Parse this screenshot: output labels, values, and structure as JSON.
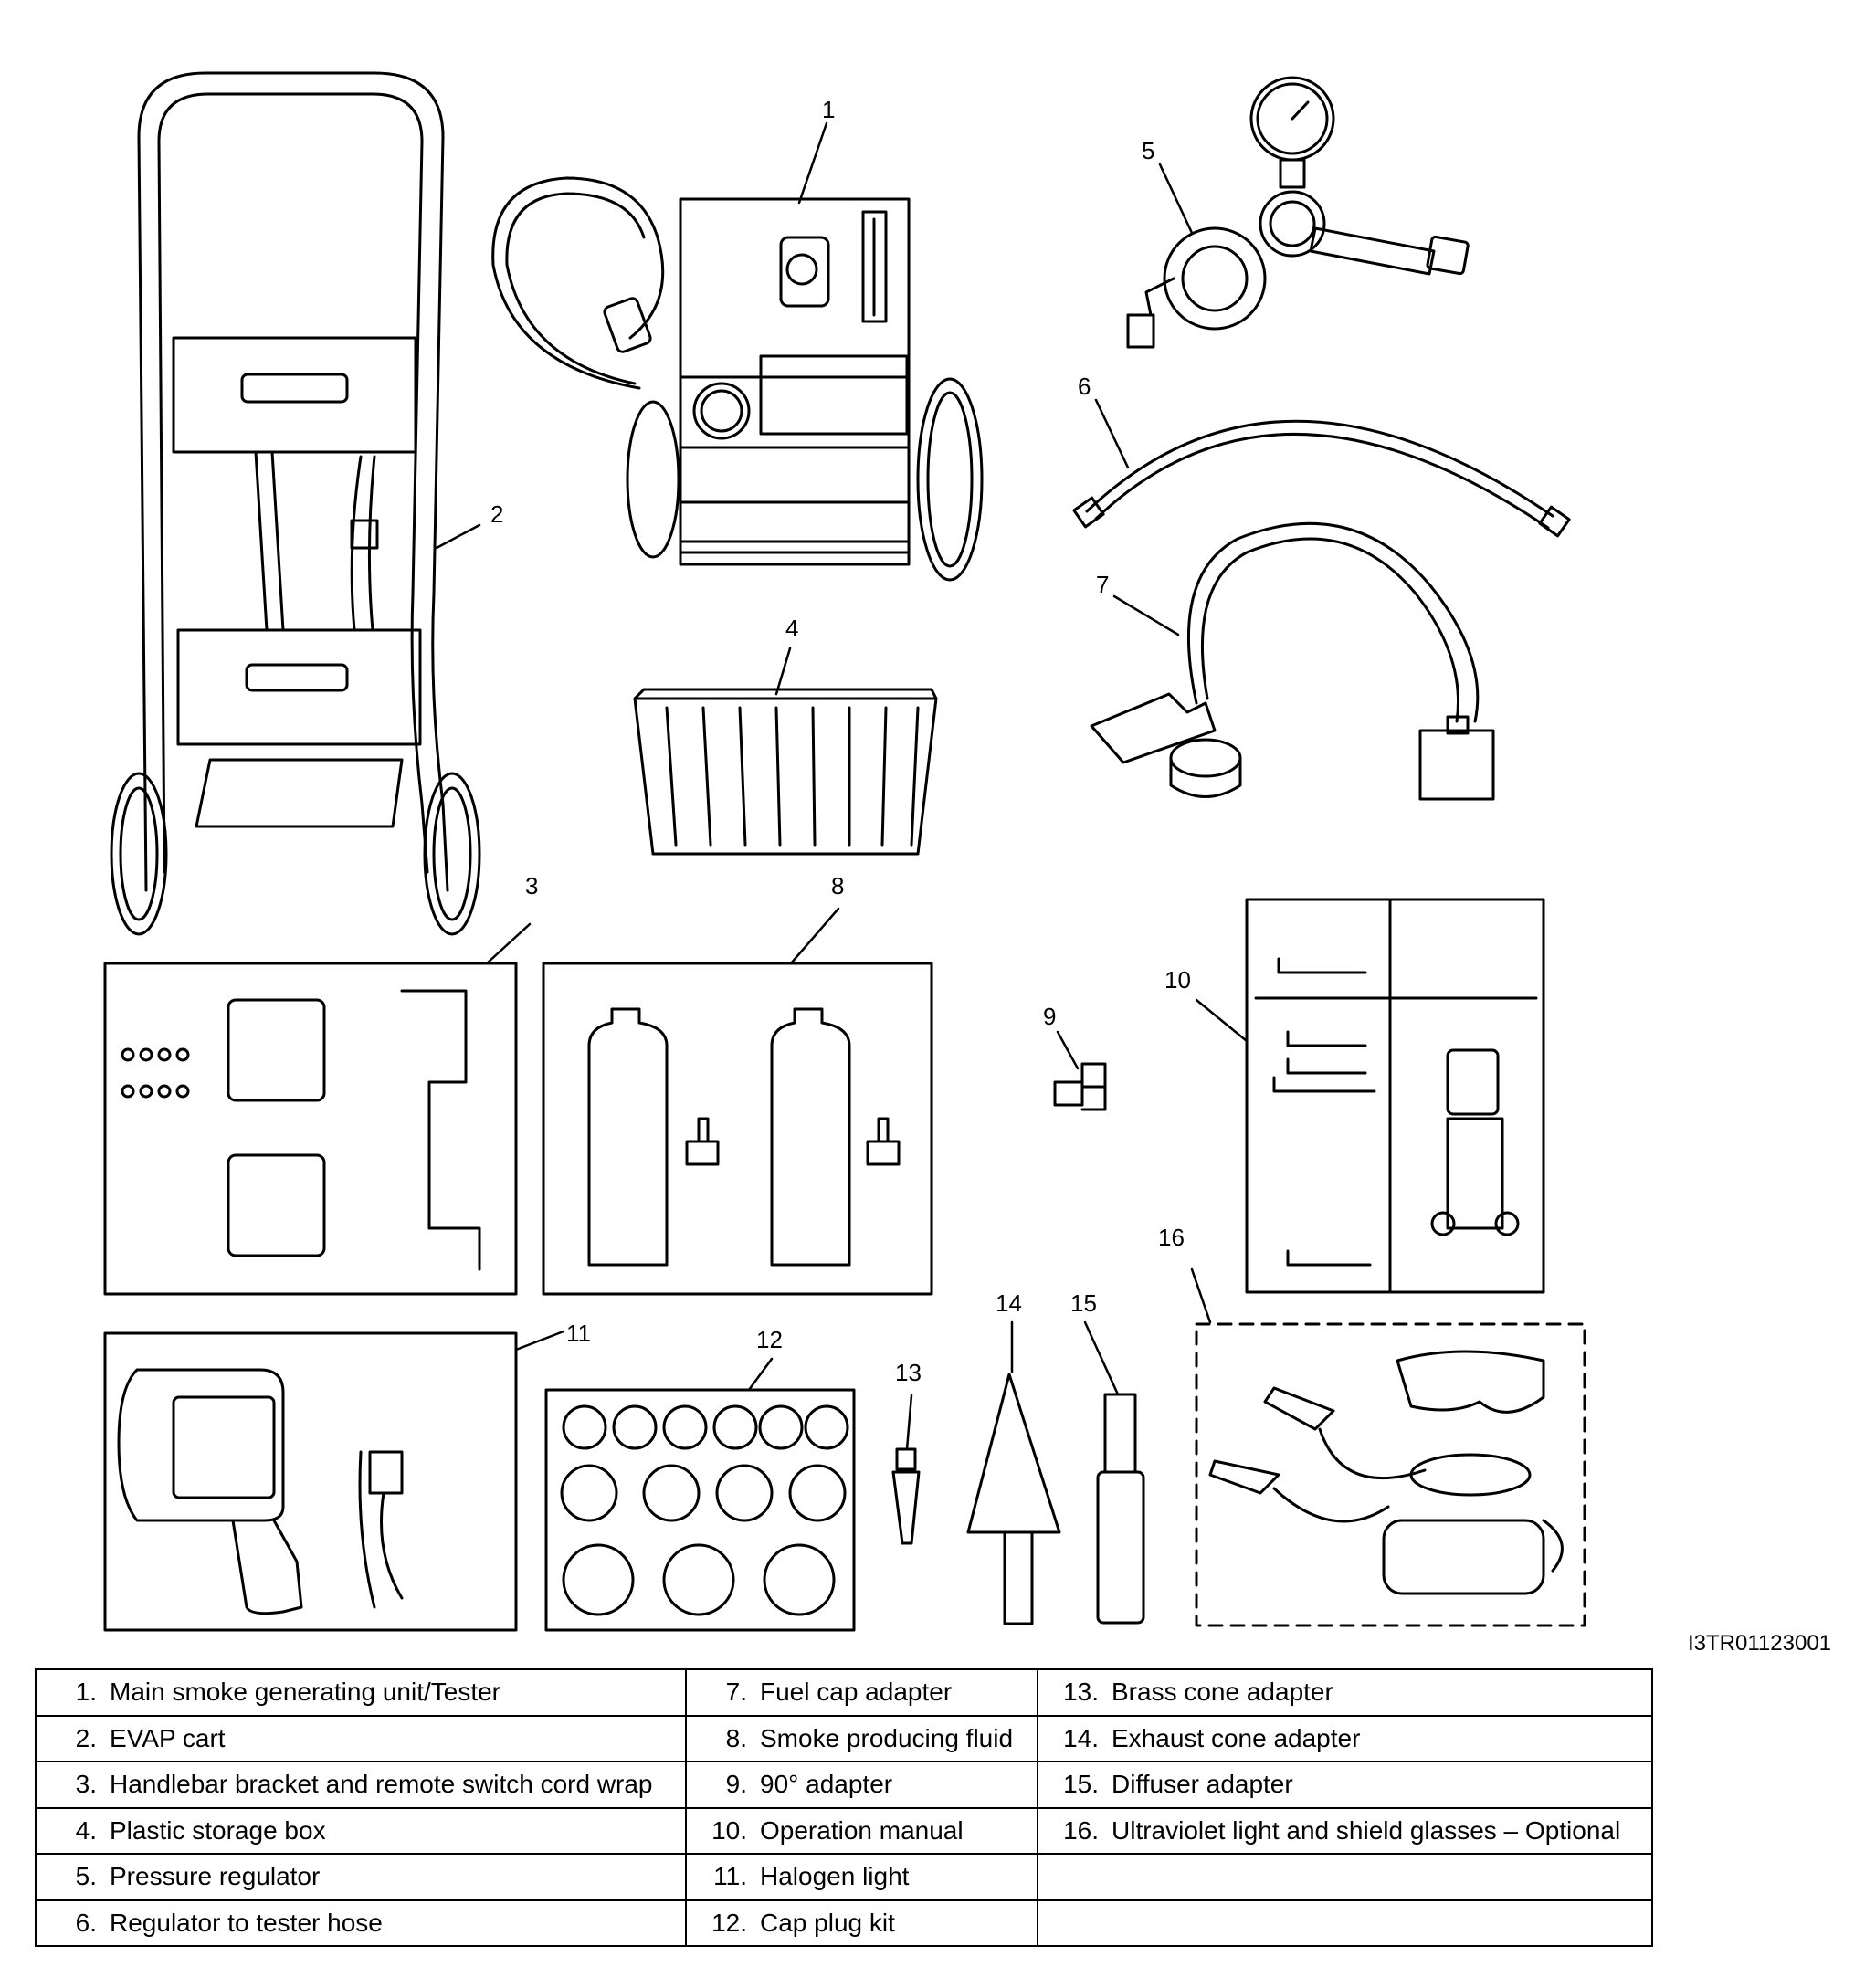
{
  "callouts": {
    "c1": "1",
    "c2": "2",
    "c3": "3",
    "c4": "4",
    "c5": "5",
    "c6": "6",
    "c7": "7",
    "c8": "8",
    "c9": "9",
    "c10": "10",
    "c11": "11",
    "c12": "12",
    "c13": "13",
    "c14": "14",
    "c15": "15",
    "c16": "16"
  },
  "figure_id": "I3TR01123001",
  "legend": [
    [
      {
        "num": "1.",
        "text": "Main smoke generating unit/Tester"
      },
      {
        "num": "7.",
        "text": "Fuel cap adapter"
      },
      {
        "num": "13.",
        "text": "Brass cone adapter"
      }
    ],
    [
      {
        "num": "2.",
        "text": "EVAP cart"
      },
      {
        "num": "8.",
        "text": "Smoke producing fluid"
      },
      {
        "num": "14.",
        "text": "Exhaust cone adapter"
      }
    ],
    [
      {
        "num": "3.",
        "text": "Handlebar bracket and remote switch cord wrap"
      },
      {
        "num": "9.",
        "text": "90° adapter"
      },
      {
        "num": "15.",
        "text": "Diffuser adapter"
      }
    ],
    [
      {
        "num": "4.",
        "text": "Plastic storage box"
      },
      {
        "num": "10.",
        "text": "Operation manual"
      },
      {
        "num": "16.",
        "text": "Ultraviolet light and shield glasses – Optional"
      }
    ],
    [
      {
        "num": "5.",
        "text": "Pressure regulator"
      },
      {
        "num": "11.",
        "text": "Halogen light"
      },
      {
        "num": "",
        "text": ""
      }
    ],
    [
      {
        "num": "6.",
        "text": "Regulator to tester hose"
      },
      {
        "num": "12.",
        "text": "Cap plug kit"
      },
      {
        "num": "",
        "text": ""
      }
    ]
  ]
}
